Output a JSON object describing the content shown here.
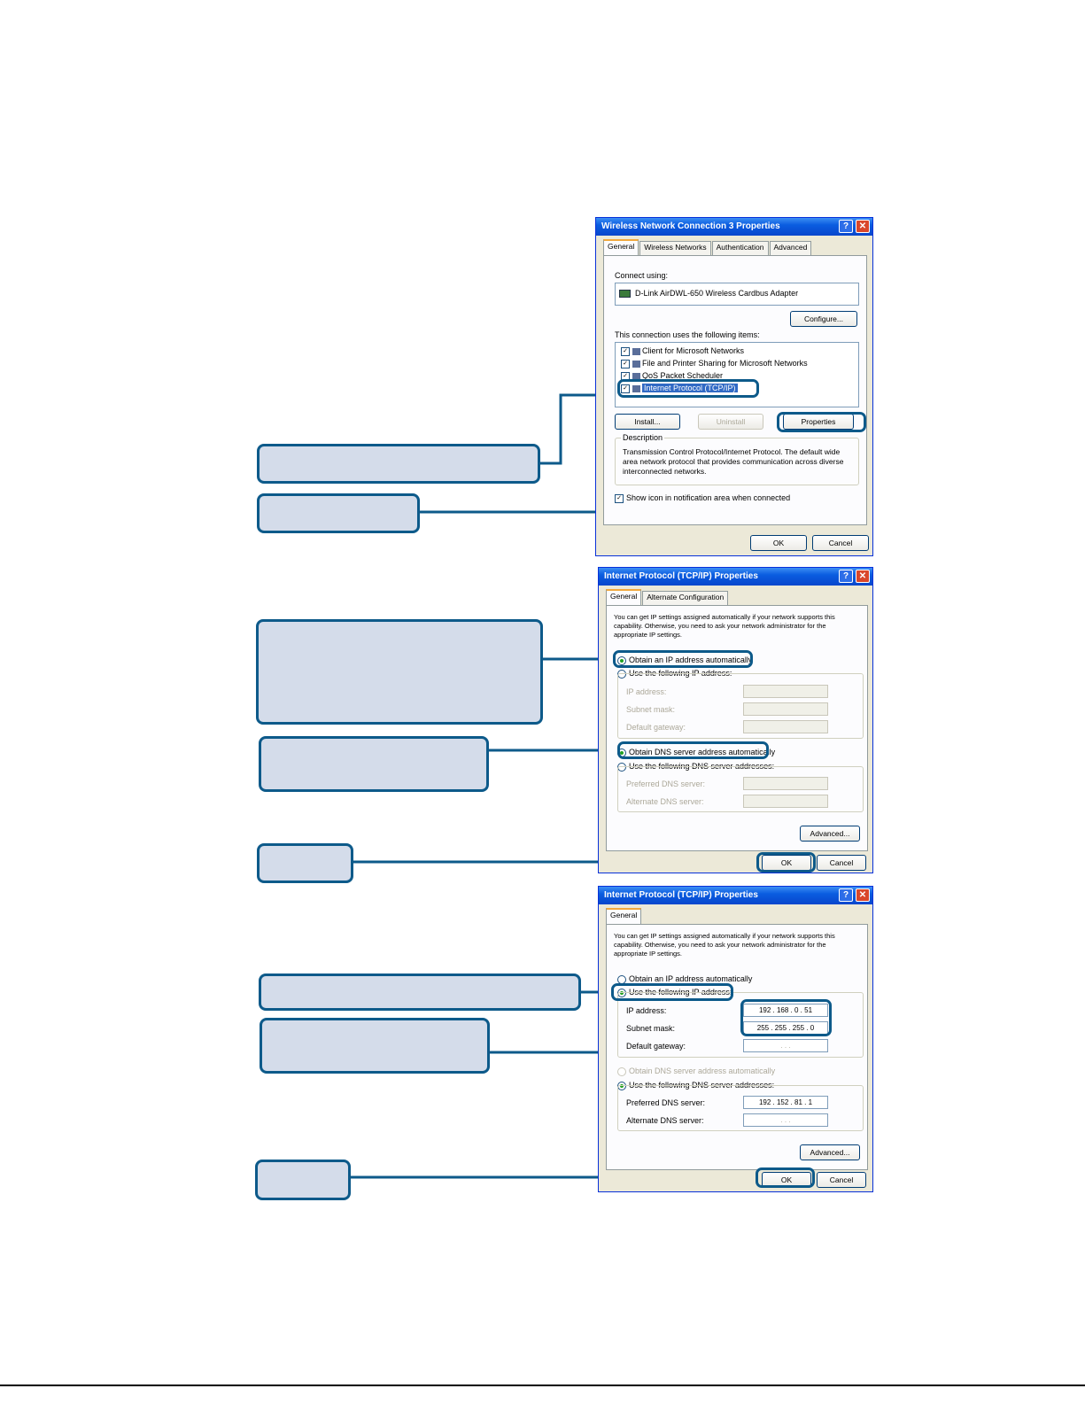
{
  "dialog1": {
    "title": "Wireless Network Connection 3 Properties",
    "tabs": [
      "General",
      "Wireless Networks",
      "Authentication",
      "Advanced"
    ],
    "connect_using_label": "Connect using:",
    "adapter": "D-Link AirDWL-650 Wireless Cardbus Adapter",
    "configure_button": "Configure...",
    "items_label": "This connection uses the following items:",
    "items": [
      {
        "label": "Client for Microsoft Networks",
        "checked": true
      },
      {
        "label": "File and Printer Sharing for Microsoft Networks",
        "checked": true
      },
      {
        "label": "QoS Packet Scheduler",
        "checked": true
      },
      {
        "label": "Internet Protocol (TCP/IP)",
        "checked": true,
        "selected": true
      }
    ],
    "install_button": "Install...",
    "uninstall_button": "Uninstall",
    "properties_button": "Properties",
    "description_label": "Description",
    "description_text": "Transmission Control Protocol/Internet Protocol. The default wide area network protocol that provides communication across diverse interconnected networks.",
    "show_icon_label": "Show icon in notification area when connected",
    "ok_button": "OK",
    "cancel_button": "Cancel"
  },
  "dialog2": {
    "title": "Internet Protocol (TCP/IP) Properties",
    "tabs": [
      "General",
      "Alternate Configuration"
    ],
    "intro": "You can get IP settings assigned automatically if your network supports this capability. Otherwise, you need to ask your network administrator for the appropriate IP settings.",
    "obtain_ip_auto": "Obtain an IP address automatically",
    "use_following_ip": "Use the following IP address:",
    "ip_address_label": "IP address:",
    "subnet_mask_label": "Subnet mask:",
    "default_gateway_label": "Default gateway:",
    "obtain_dns_auto": "Obtain DNS server address automatically",
    "use_following_dns": "Use the following DNS server addresses:",
    "preferred_dns_label": "Preferred DNS server:",
    "alternate_dns_label": "Alternate DNS server:",
    "advanced_button": "Advanced...",
    "ok_button": "OK",
    "cancel_button": "Cancel"
  },
  "dialog3": {
    "title": "Internet Protocol (TCP/IP) Properties",
    "tabs": [
      "General"
    ],
    "intro": "You can get IP settings assigned automatically if your network supports this capability. Otherwise, you need to ask your network administrator for the appropriate IP settings.",
    "obtain_ip_auto": "Obtain an IP address automatically",
    "use_following_ip": "Use the following IP address:",
    "ip_address_label": "IP address:",
    "ip_address_value": "192 . 168 .   0 .  51",
    "subnet_mask_label": "Subnet mask:",
    "subnet_mask_value": "255 . 255 . 255 .  0",
    "default_gateway_label": "Default gateway:",
    "default_gateway_value": " .    .    . ",
    "obtain_dns_auto": "Obtain DNS server address automatically",
    "use_following_dns": "Use the following DNS server addresses:",
    "preferred_dns_label": "Preferred DNS server:",
    "preferred_dns_value": "192 . 152 .  81 .  1",
    "alternate_dns_label": "Alternate DNS server:",
    "alternate_dns_value": " .    .    . ",
    "advanced_button": "Advanced...",
    "ok_button": "OK",
    "cancel_button": "Cancel"
  },
  "colors": {
    "callout_fill": "#d4dcea",
    "callout_border": "#0d5a8a",
    "xp_title": "#0a5de0",
    "xp_face": "#ece9d8"
  },
  "icons": [
    "help-icon",
    "close-icon",
    "network-adapter-icon",
    "network-component-icon"
  ]
}
